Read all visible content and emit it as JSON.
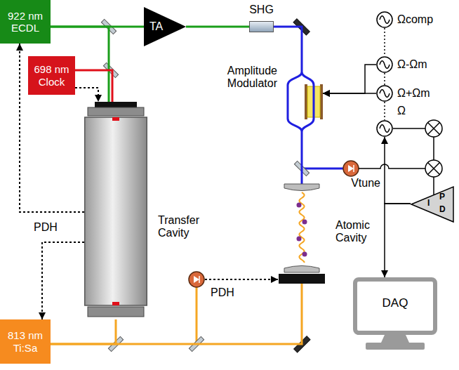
{
  "diagram": {
    "nodes": [
      {
        "text": [
          "922 nm ECDL"
        ]
      },
      {
        "text": [
          "TA"
        ]
      },
      {
        "text": [
          "SHG"
        ]
      },
      {
        "text": [
          "698 nm Clock"
        ]
      },
      {
        "text": [
          "Amplitude Modulator"
        ]
      },
      {
        "text": [
          "Transfer Cavity"
        ]
      },
      {
        "text": [
          "Atomic Cavity"
        ]
      },
      {
        "text": [
          "813 nm Ti:Sa"
        ]
      },
      {
        "text": [
          "Ωcomp"
        ]
      },
      {
        "text": [
          "Ω-Ωm"
        ]
      },
      {
        "text": [
          "Ω+Ωm"
        ]
      },
      {
        "text": [
          "Ω"
        ]
      },
      {
        "text": [
          "I",
          "P",
          "D"
        ]
      },
      {
        "text": [
          "DAQ"
        ]
      }
    ],
    "edges": [
      {
        "from": 0,
        "to": 1,
        "arrow": "none"
      },
      {
        "from": 1,
        "to": 2,
        "arrow": "none"
      },
      {
        "from": 0,
        "to": 5,
        "arrow": "none"
      },
      {
        "from": 3,
        "to": 5,
        "arrow": "none"
      },
      {
        "from": 3,
        "to": 5,
        "arrow": "to"
      },
      {
        "from": 2,
        "to": 4,
        "arrow": "none"
      },
      {
        "from": 4,
        "to": 6,
        "arrow": "none"
      },
      {
        "from": 5,
        "to": 0,
        "arrow": "to"
      },
      {
        "from": 5,
        "to": 7,
        "arrow": "to"
      },
      {
        "from": 7,
        "to": 5,
        "arrow": "none"
      },
      {
        "from": 7,
        "to": 6,
        "arrow": "none"
      },
      {
        "from": 10,
        "to": 4,
        "arrow": "to"
      },
      {
        "from": 9,
        "to": 4,
        "arrow": "to"
      },
      {
        "from": 8,
        "to": 9,
        "arrow": "none"
      },
      {
        "from": 9,
        "to": 10,
        "arrow": "none"
      },
      {
        "from": 10,
        "to": 11,
        "arrow": "none"
      },
      {
        "from": 12,
        "to": 11,
        "arrow": "to"
      },
      {
        "from": 12,
        "to": 13,
        "arrow": "to"
      }
    ],
    "labels": [
      "PDH",
      "PDH",
      "Vtune"
    ]
  }
}
